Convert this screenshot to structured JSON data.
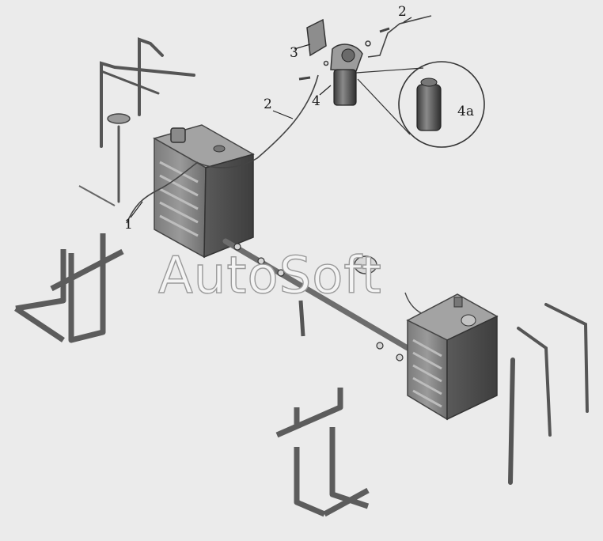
{
  "callouts": {
    "c1": "1",
    "c2_top": "2",
    "c2_mid": "2",
    "c3": "3",
    "c4": "4",
    "c4a": "4a"
  },
  "watermark": "AutoSoft",
  "colors": {
    "background": "#ebebeb",
    "part_fill": "#8c8c8c",
    "part_dark": "#555555",
    "line": "#333333"
  }
}
